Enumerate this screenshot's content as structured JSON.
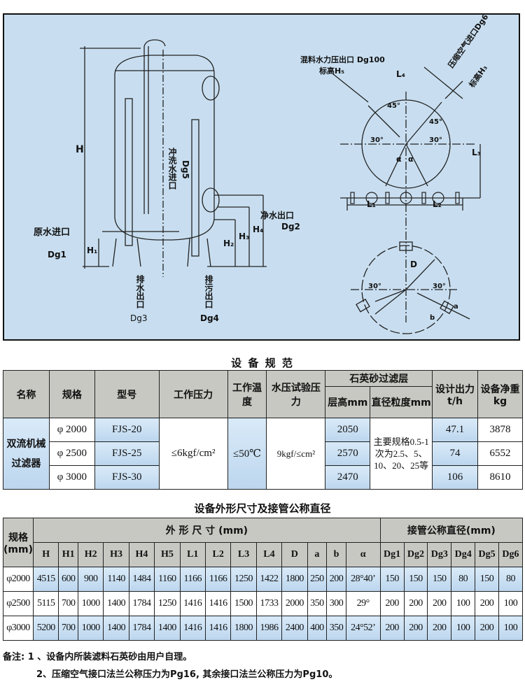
{
  "drawing": {
    "labels": {
      "H": "H",
      "H1": "H₁",
      "H2": "H₂",
      "H3": "H₃",
      "H4": "H₄",
      "raw_water_inlet": "原水进口",
      "dg1": "Dg1",
      "flush_water_inlet": "冲洗水进口",
      "dg5": "Dg5",
      "clean_water_outlet": "净水出口",
      "dg2": "Dg2",
      "drain_outlet": "排水出口",
      "dg3": "Dg3",
      "sewage_outlet": "排污出口",
      "dg4": "Dg4",
      "mix_outlet": "混料水力压出口  Dg100",
      "mix_elev": "标高H₅",
      "air_inlet": "压缩空气进口Dg6",
      "air_elev": "标高H₃",
      "L1": "L₁",
      "L2": "L₂",
      "L3": "L₃",
      "L4": "L₄",
      "D": "D",
      "a": "a",
      "b": "b",
      "angle45": "45°",
      "angle30": "30°",
      "alpha": "α"
    }
  },
  "spec": {
    "title": "设  备  规  范",
    "headers": {
      "name": "名称",
      "size": "规格",
      "model": "型号",
      "work_pressure": "工作压力",
      "work_temp": "工作温度",
      "test_pressure": "水压试验压力",
      "quartz": "石英砂过滤层",
      "layer_height": "层高mm",
      "grain": "直径粒度mm",
      "output": "设计出力t/h",
      "weight": "设备净重kg"
    },
    "name": "双流机械过滤器",
    "work_pressure": "≤6kgf/cm²",
    "work_temp": "≤50℃",
    "test_pressure": "9kgf/≤cm²",
    "grain": "主要规格0.5-1次为2.5、5、10、20、25等",
    "rows": [
      {
        "size": "φ 2000",
        "model": "FJS-20",
        "layer_height": "2050",
        "output": "47.1",
        "weight": "3878"
      },
      {
        "size": "φ 2500",
        "model": "FJS-25",
        "layer_height": "2570",
        "output": "74",
        "weight": "6552"
      },
      {
        "size": "φ 3000",
        "model": "FJS-30",
        "layer_height": "2470",
        "output": "106",
        "weight": "8610"
      }
    ]
  },
  "dims": {
    "title": "设备外形尺寸及接管公称直径",
    "size_header": "规格(mm)",
    "outer_header": "外 形 尺 寸 (mm)",
    "pipe_header": "接管公称直径(mm)",
    "columns": [
      "H",
      "H1",
      "H2",
      "H3",
      "H4",
      "H5",
      "L1",
      "L2",
      "L3",
      "L4",
      "D",
      "a",
      "b",
      "α",
      "Dg1",
      "Dg2",
      "Dg3",
      "Dg4",
      "Dg5",
      "Dg6"
    ],
    "rows": [
      {
        "size": "φ2000",
        "values": [
          "4515",
          "600",
          "900",
          "1140",
          "1484",
          "1160",
          "1166",
          "1166",
          "1250",
          "1422",
          "1800",
          "250",
          "200",
          "28°40’",
          "150",
          "150",
          "150",
          "80",
          "150",
          "80"
        ]
      },
      {
        "size": "φ2500",
        "values": [
          "5115",
          "700",
          "1000",
          "1400",
          "1784",
          "1250",
          "1416",
          "1416",
          "1500",
          "1733",
          "2000",
          "350",
          "300",
          "29°",
          "200",
          "200",
          "200",
          "100",
          "200",
          "100"
        ]
      },
      {
        "size": "φ3000",
        "values": [
          "5200",
          "700",
          "1000",
          "1400",
          "1784",
          "1400",
          "1416",
          "1416",
          "1800",
          "1986",
          "2400",
          "400",
          "350",
          "24°52’",
          "200",
          "200",
          "200",
          "100",
          "200",
          "100"
        ]
      }
    ]
  },
  "notes": {
    "line1": "备注: 1 、设备内所装滤料石英砂由用户自理。",
    "line2": "2、压缩空气接口法兰公称压力为Pg16, 其余接口法兰公称压力为Pg10。"
  }
}
